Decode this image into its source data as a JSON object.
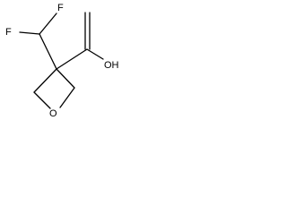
{
  "molecule": {
    "atoms": {
      "f_left": "F",
      "f_top": "F",
      "oh": "OH",
      "o_ring": "O"
    }
  }
}
